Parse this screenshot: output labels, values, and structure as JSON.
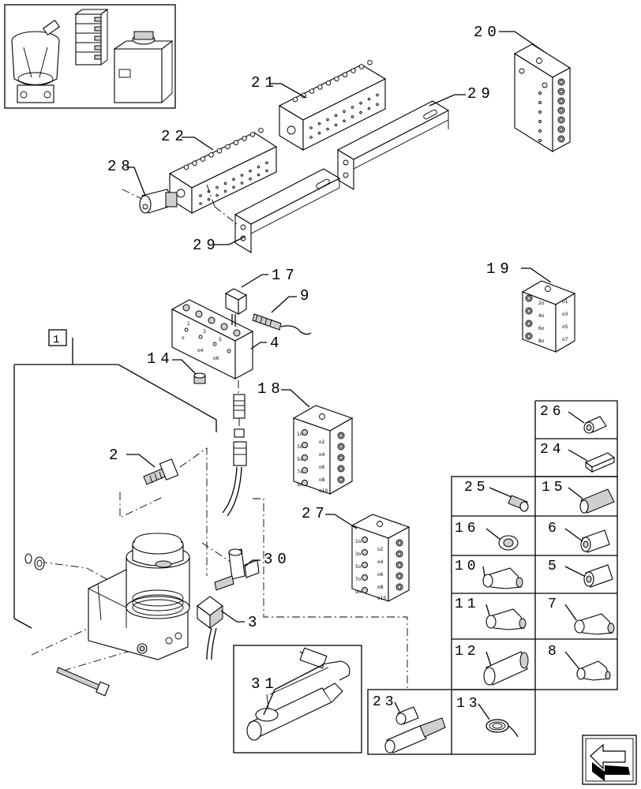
{
  "callouts": {
    "c20": "20",
    "c21": "21",
    "c22": "22",
    "c28": "28",
    "c29a": "29",
    "c29b": "29",
    "c17": "17",
    "c9": "9",
    "c4": "4",
    "c14": "14",
    "c19": "19",
    "c18": "18",
    "c1": "1",
    "c2": "2",
    "c27": "27",
    "c30": "30",
    "c3": "3",
    "c31": "31"
  },
  "grid": {
    "g26": "26",
    "g24": "24",
    "g25": "25",
    "g15": "15",
    "g16": "16",
    "g6": "6",
    "g10": "10",
    "g5": "5",
    "g11": "11",
    "g7": "7",
    "g12": "12",
    "g8": "8",
    "g23": "23",
    "g13": "13"
  },
  "block_markings": {
    "b18_left": [
      "1o",
      "3o",
      "5o",
      "7o",
      "9o"
    ],
    "b18_right": [
      "o2",
      "o4",
      "o6",
      "o8",
      "o10"
    ],
    "b19_right": [
      "o1",
      "o3",
      "o5",
      "o7"
    ],
    "b19_left": [
      "2o",
      "4o",
      "6o",
      "8o"
    ],
    "b27_left": [
      "1o",
      "3o",
      "5o",
      "7o",
      "9o"
    ],
    "b27_right": [
      "o2",
      "o4",
      "o6",
      "o8",
      "o10"
    ]
  },
  "nav": {
    "icon": "next-page-arrow-icon"
  }
}
